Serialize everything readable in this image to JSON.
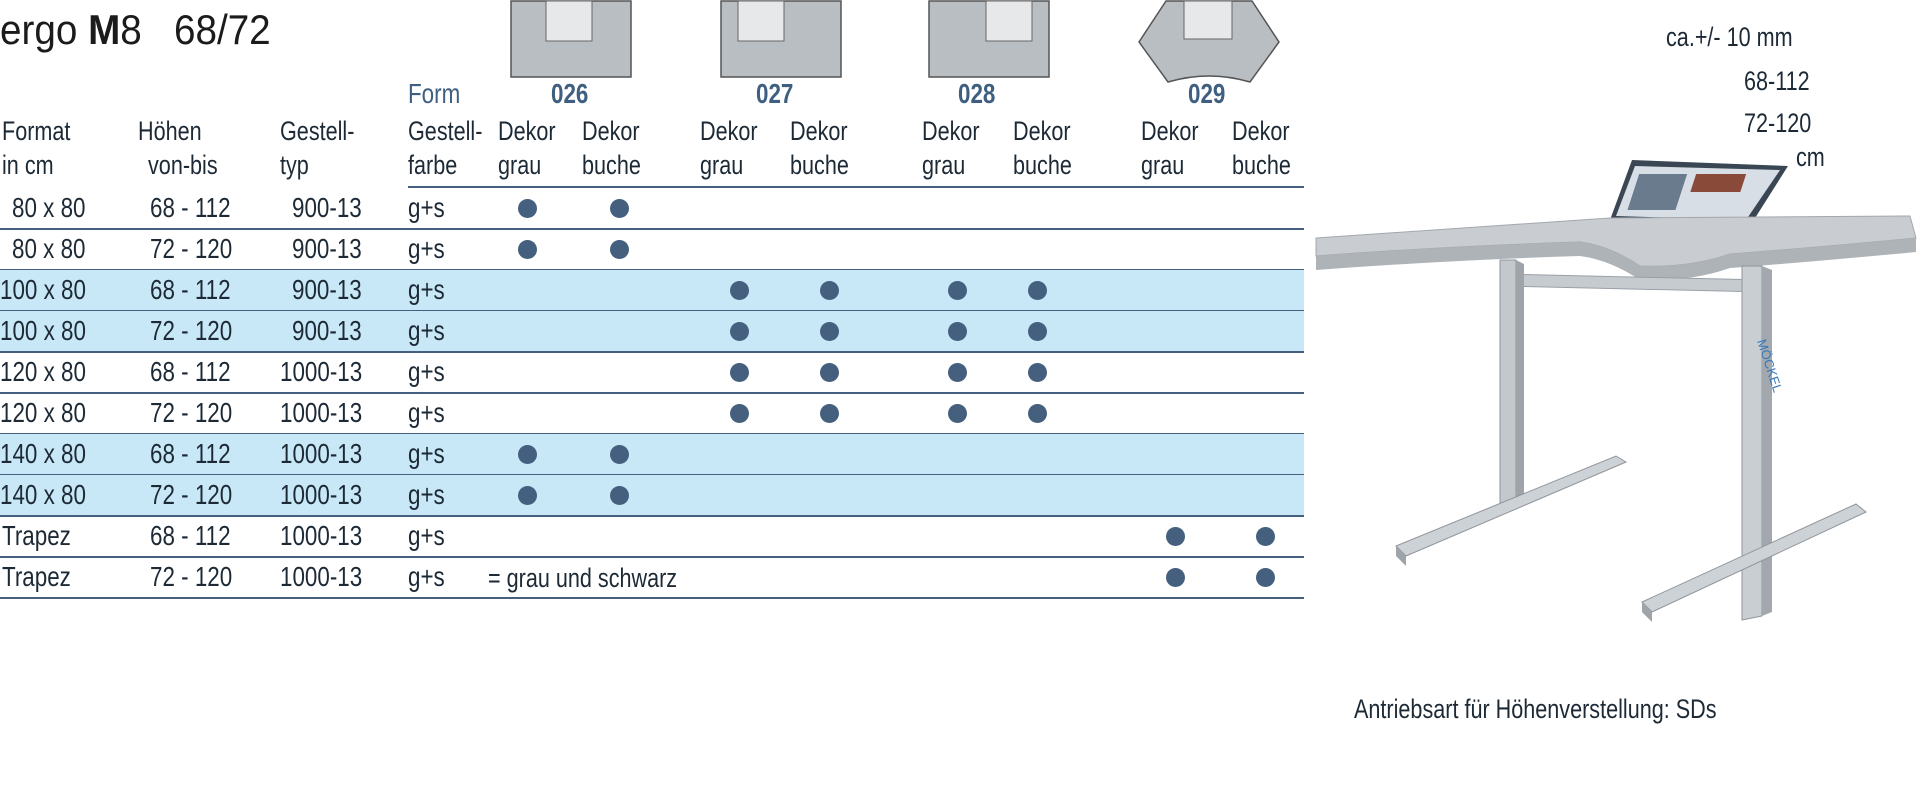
{
  "title": {
    "pre": "ergo ",
    "model": "M",
    "model_num": "8",
    "sizes": "68/72"
  },
  "form_label": "Form",
  "forms": [
    {
      "code": "026",
      "dekor": [
        "Dekor",
        "Dekor"
      ],
      "dekor2": [
        "grau",
        "buche"
      ]
    },
    {
      "code": "027",
      "dekor": [
        "Dekor",
        "Dekor"
      ],
      "dekor2": [
        "grau",
        "buche"
      ]
    },
    {
      "code": "028",
      "dekor": [
        "Dekor",
        "Dekor"
      ],
      "dekor2": [
        "grau",
        "buche"
      ]
    },
    {
      "code": "029",
      "dekor": [
        "Dekor",
        "Dekor"
      ],
      "dekor2": [
        "grau",
        "buche"
      ]
    }
  ],
  "headers": {
    "format": [
      "Format",
      "in cm"
    ],
    "hoehen": [
      "Höhen",
      "von-bis"
    ],
    "gestell": [
      "Gestell-",
      "typ"
    ],
    "farbe": [
      "Gestell-",
      "farbe"
    ]
  },
  "rows": [
    {
      "format": "80 x 80",
      "hoehen": "68 - 112",
      "typ": "900-13",
      "farbe": "g+s",
      "dots": [
        1,
        1,
        0,
        0,
        0,
        0,
        0,
        0
      ],
      "blue": false
    },
    {
      "format": "80 x 80",
      "hoehen": "72 - 120",
      "typ": "900-13",
      "farbe": "g+s",
      "dots": [
        1,
        1,
        0,
        0,
        0,
        0,
        0,
        0
      ],
      "blue": false
    },
    {
      "format": "100 x 80",
      "hoehen": "68 - 112",
      "typ": "900-13",
      "farbe": "g+s",
      "dots": [
        0,
        0,
        1,
        1,
        1,
        1,
        0,
        0
      ],
      "blue": true
    },
    {
      "format": "100 x 80",
      "hoehen": "72 - 120",
      "typ": "900-13",
      "farbe": "g+s",
      "dots": [
        0,
        0,
        1,
        1,
        1,
        1,
        0,
        0
      ],
      "blue": true
    },
    {
      "format": "120 x 80",
      "hoehen": "68 - 112",
      "typ": "1000-13",
      "farbe": "g+s",
      "dots": [
        0,
        0,
        1,
        1,
        1,
        1,
        0,
        0
      ],
      "blue": false
    },
    {
      "format": "120 x 80",
      "hoehen": "72 - 120",
      "typ": "1000-13",
      "farbe": "g+s",
      "dots": [
        0,
        0,
        1,
        1,
        1,
        1,
        0,
        0
      ],
      "blue": false
    },
    {
      "format": "140 x 80",
      "hoehen": "68 - 112",
      "typ": "1000-13",
      "farbe": "g+s",
      "dots": [
        1,
        1,
        0,
        0,
        0,
        0,
        0,
        0
      ],
      "blue": true
    },
    {
      "format": "140 x 80",
      "hoehen": "72 - 120",
      "typ": "1000-13",
      "farbe": "g+s",
      "dots": [
        1,
        1,
        0,
        0,
        0,
        0,
        0,
        0
      ],
      "blue": true
    },
    {
      "format": "Trapez",
      "hoehen": "68 - 112",
      "typ": "1000-13",
      "farbe": "g+s",
      "dots": [
        0,
        0,
        0,
        0,
        0,
        0,
        1,
        1
      ],
      "blue": false
    },
    {
      "format": "Trapez",
      "hoehen": "72 - 120",
      "typ": "1000-13",
      "farbe": "g+s",
      "dots": [
        0,
        0,
        0,
        0,
        0,
        0,
        1,
        1
      ],
      "blue": false
    }
  ],
  "legend": "= grau und schwarz",
  "right_notes": {
    "tolerance": "ca.+/- 10 mm",
    "range1": "68-112",
    "range2": "72-120",
    "unit": "cm"
  },
  "caption": "Antriebsart für Höhenverstellung: SDs",
  "brand_on_leg": "MÖCKEL",
  "colors": {
    "accent": "#44607e",
    "row_highlight": "#c8e8f8",
    "table_top": "#c9cdd1",
    "frame": "#b8bec4"
  }
}
